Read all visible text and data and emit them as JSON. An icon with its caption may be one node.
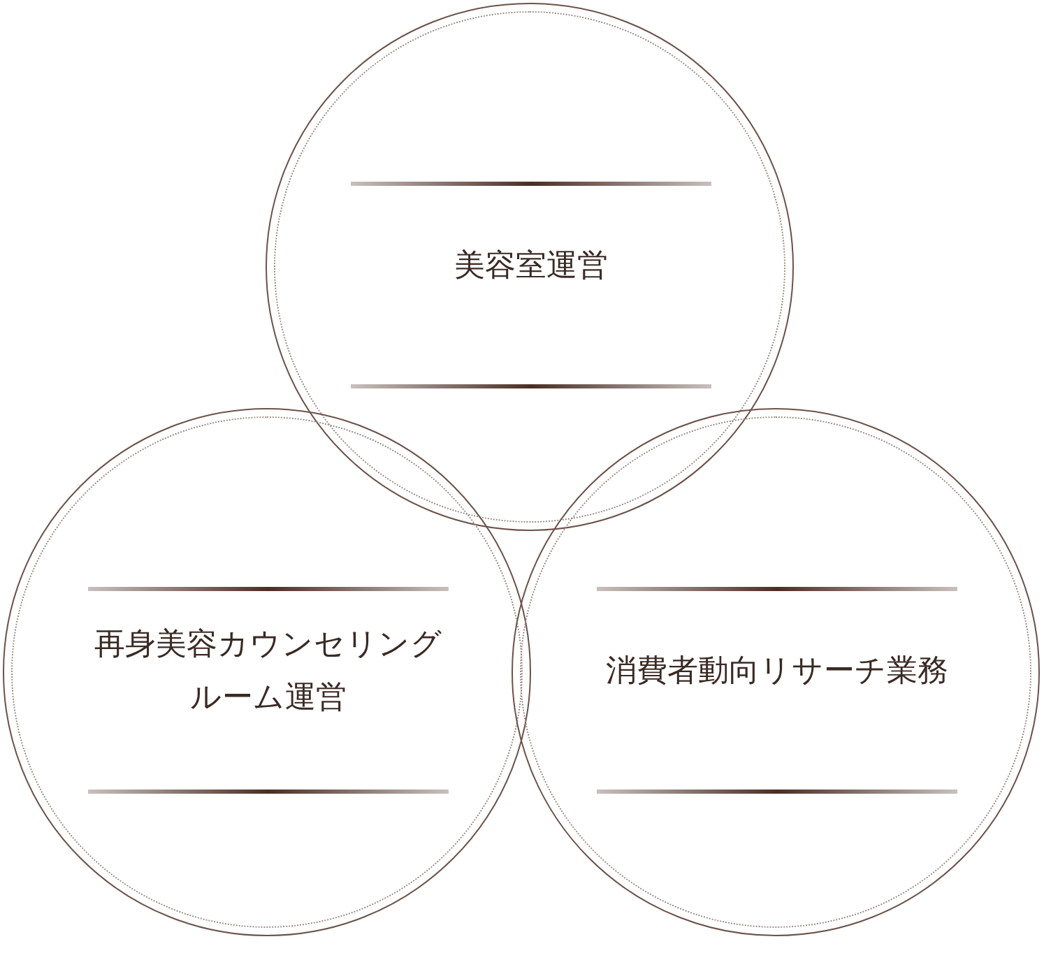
{
  "diagram": {
    "nodes": [
      {
        "text": [
          "美容室運営"
        ]
      },
      {
        "text": [
          "再身美容カウンセリングルーム運営"
        ]
      },
      {
        "text": [
          "消費者動向リサーチ業務"
        ]
      }
    ]
  }
}
